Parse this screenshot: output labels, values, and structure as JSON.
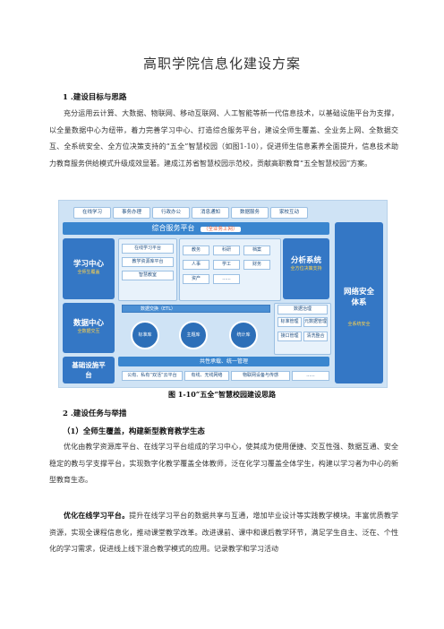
{
  "doc": {
    "title": "高职学院信息化建设方案",
    "section1_heading": "1 .建设目标与思路",
    "section1_para": "充分运用云计算、大数据、物联网、移动互联网、人工智能等新一代信息技术，以基础设施平台为支撑，以全量数据中心为纽带，着力完善学习中心、打造综合服务平台，建设全师生覆盖、全业务上网、全数据交互、全系统安全、全方位决策支持的“五全”智慧校园（如图1-10），促进师生信息素养全面提升，信息技术助力教育服务供给模式升级成效显著。建成江苏省智慧校园示范校，贡献高职教育“五全智慧校园”方案。",
    "caption": "图 1-10“五全”智慧校园建设思路",
    "section2_heading": "2 .建设任务与举措",
    "sub1_heading": "（1）全师生覆盖，构建新型教育教学生态",
    "para2": "优化由教学资源库平台、在线学习平台组成的学习中心，使其成为使用便捷、交互性强、数据互通、安全稳定的教与学支撑平台，实现数字化教学覆盖全体教师，泛在化学习覆盖全体学生，构建以学习者为中心的新型教育生态。",
    "para3_bold": "优化在线学习平台。",
    "para3": "提升在线学习平台的数据共享与互通，增加毕业设计等实践教学模块。丰富优质教学资源，实现全课程信息化，推动课堂教学改革。改进课前、课中和课后教学环节，满足学生自主、泛在、个性化的学习需求，促进线上线下混合教学模式的应用。记录教学和学习活动"
  },
  "diagram": {
    "top_row": [
      "在线学习",
      "事务办理",
      "行政办公",
      "消息通知",
      "数据服务",
      "家校互动"
    ],
    "service_platform": "综合服务平台",
    "service_tag": "（全业务上网）",
    "learning_center": "学习中心",
    "learning_sub": "全师生覆盖",
    "learning_items": [
      "在线学习平台",
      "教学资源库平台",
      "智慧教室"
    ],
    "mid_grid": [
      "教务",
      "科研",
      "档案",
      "人事",
      "学工",
      "财务",
      "资产",
      "......"
    ],
    "analysis": "分析系统",
    "analysis_sub": "全方位决策支持",
    "security": "网络安全体系",
    "security_sub": "全系统安全",
    "data_exchange": "数据交换（ETL）",
    "data_center": "数据中心",
    "data_sub": "全数据交互",
    "data_icons": [
      "标准库",
      "主题库",
      "统计库"
    ],
    "governance": "数据治理",
    "governance_items": [
      "标准管理",
      "元数据管理",
      "接口管理",
      "清洗整合"
    ],
    "infra_band": "共性承载、统一管理",
    "infra": "基础设施平台",
    "infra_items": [
      "公有、私有“双活”云平台",
      "有线、无线网络",
      "物联网设备与传感",
      "......"
    ]
  }
}
